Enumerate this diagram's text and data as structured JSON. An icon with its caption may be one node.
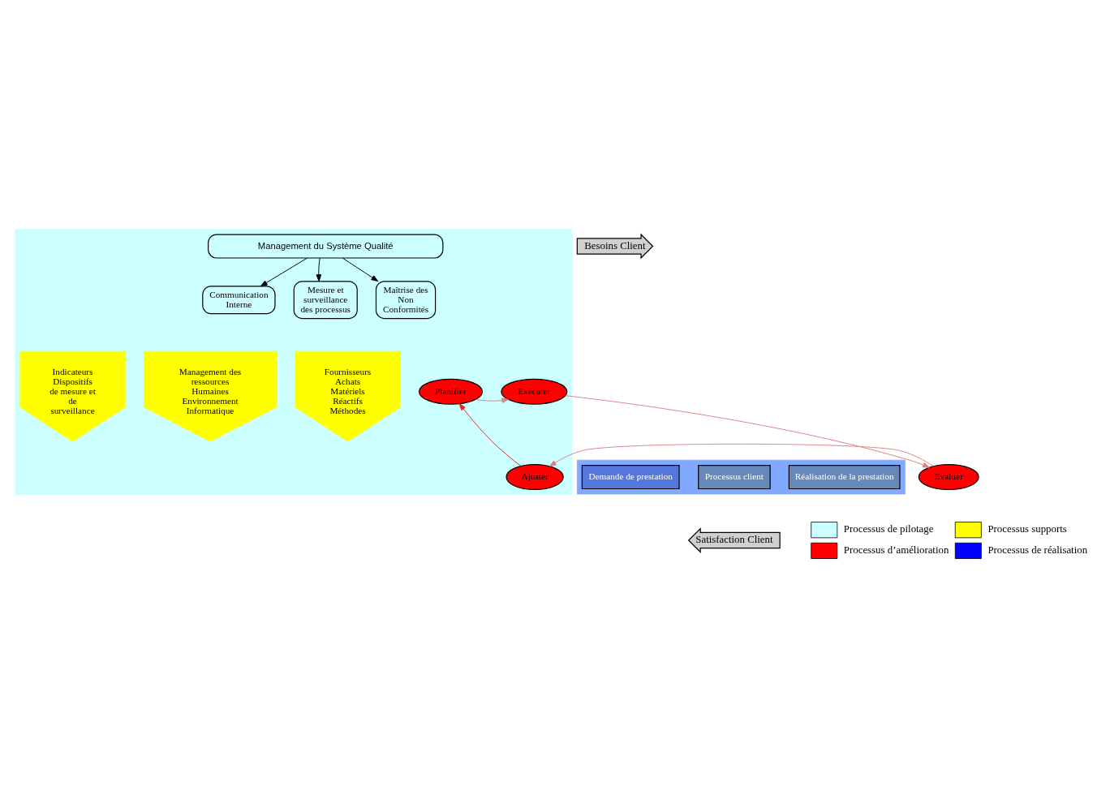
{
  "diagram": {
    "nodes": [
      {
        "text": [],
        "shape": "box"
      },
      {
        "text": [
          "Besoins Client"
        ]
      },
      {
        "text": [
          "Management du Système Qualité"
        ],
        "in": 0
      },
      {
        "text": [
          "Communication Interne"
        ],
        "in": 0
      },
      {
        "text": [
          "Mesure et surveillance des processus"
        ],
        "in": 0
      },
      {
        "text": [
          "Maîtrise des Non Conformités"
        ],
        "in": 0
      },
      {
        "text": [
          "Indicateurs Dispositifs de mesure et de surveillance"
        ],
        "in": 0
      },
      {
        "text": [
          "Management des ressources Humaines Environnement Informatique"
        ],
        "in": 0
      },
      {
        "text": [
          "Fournisseurs Achats Matériels Réactifs Méthodes"
        ],
        "in": 0
      },
      {
        "text": [],
        "shape": "box"
      },
      {
        "text": [
          "Demande de prestation"
        ],
        "in": 9
      },
      {
        "text": [
          "Processus client"
        ],
        "in": 9
      },
      {
        "text": [
          "Réalisation de la prestation"
        ],
        "in": 9
      },
      {
        "text": [
          "Planifier"
        ],
        "in": 0
      },
      {
        "text": [
          "Exécuter"
        ],
        "in": 0
      },
      {
        "text": [
          "Evaluer"
        ]
      },
      {
        "text": [
          "Ajuster"
        ],
        "in": 0
      },
      {
        "text": [
          "Satisfaction Client"
        ]
      }
    ],
    "edges": [
      {
        "from": 2,
        "to": 3,
        "arrow": "to"
      },
      {
        "from": 2,
        "to": 4,
        "arrow": "to"
      },
      {
        "from": 2,
        "to": 5,
        "arrow": "to"
      },
      {
        "from": 13,
        "to": 14,
        "arrow": "to",
        "color": "#e08080"
      },
      {
        "from": 14,
        "to": 15,
        "arrow": "to",
        "color": "#e08080"
      },
      {
        "from": 15,
        "to": 16,
        "arrow": "to",
        "color": "#e08080"
      },
      {
        "from": 16,
        "to": 13,
        "arrow": "to",
        "color": "#f42020"
      }
    ],
    "legend": [
      {
        "text": "Processus de pilotage",
        "color": "#ccffff"
      },
      {
        "text": "Processus supports",
        "color": "#ffff00"
      },
      {
        "text": "Processus d’amélioration",
        "color": "#ff0000"
      },
      {
        "text": "Processus de réalisation",
        "color": "#0000ff"
      }
    ]
  }
}
